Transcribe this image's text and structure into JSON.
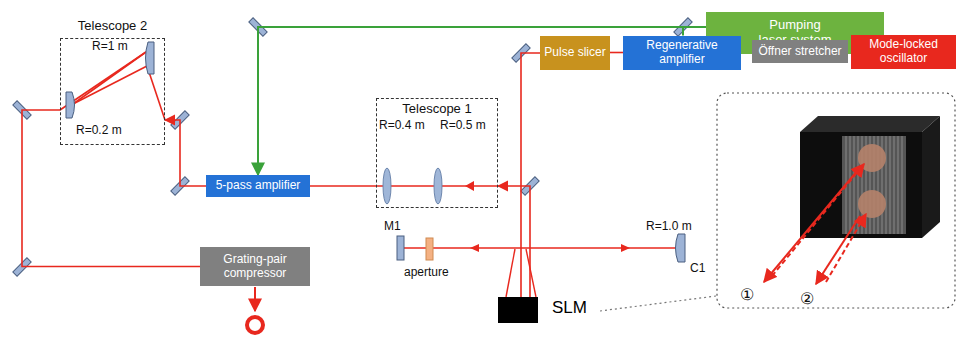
{
  "diagram": {
    "nodes": [
      {
        "text": [
          "Telescope 2"
        ]
      },
      {
        "text": [
          "Pumping laser system"
        ]
      },
      {
        "text": [
          "Pulse slicer"
        ]
      },
      {
        "text": [
          "Regenerative amplifier"
        ]
      },
      {
        "text": [
          "Öffner stretcher"
        ]
      },
      {
        "text": [
          "Mode-locked oscillator"
        ]
      },
      {
        "text": [
          "Telescope 1"
        ]
      },
      {
        "text": [
          "5-pass amplifier"
        ]
      },
      {
        "text": [
          "Grating-pair compressor"
        ]
      },
      {
        "text": [
          "SLM"
        ]
      }
    ],
    "edges": [
      {
        "from": 5,
        "to": 4,
        "arrow": "none"
      },
      {
        "from": 4,
        "to": 3,
        "arrow": "none"
      },
      {
        "from": 3,
        "to": 2,
        "arrow": "none"
      },
      {
        "from": 1,
        "to": 3,
        "arrow": "none"
      },
      {
        "from": 1,
        "to": 7,
        "arrow": "to"
      },
      {
        "from": 2,
        "to": 9,
        "arrow": "none"
      },
      {
        "from": 9,
        "to": 6,
        "arrow": "to"
      },
      {
        "from": 6,
        "to": 7,
        "arrow": "none"
      },
      {
        "from": 7,
        "to": 0,
        "arrow": "to"
      },
      {
        "from": 0,
        "to": 8,
        "arrow": "none"
      }
    ],
    "labels": [
      "R=1 m",
      "R=0.2 m",
      "R=0.4 m",
      "R=0.5 m",
      "M1",
      "aperture",
      "R=1.0 m",
      "C1",
      "①",
      "②"
    ]
  }
}
